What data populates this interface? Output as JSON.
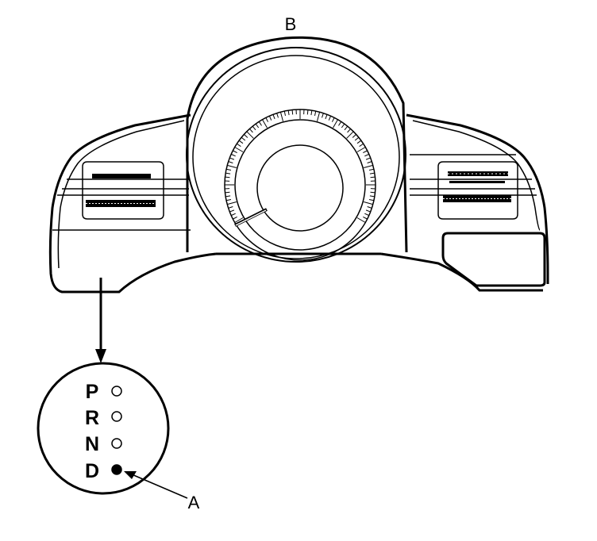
{
  "callouts": {
    "a": "A",
    "b": "B"
  },
  "gear_positions": [
    {
      "letter": "P",
      "lit": false
    },
    {
      "letter": "R",
      "lit": false
    },
    {
      "letter": "N",
      "lit": false
    },
    {
      "letter": "D",
      "lit": true
    }
  ],
  "colors": {
    "line": "#000000",
    "background": "#ffffff"
  }
}
